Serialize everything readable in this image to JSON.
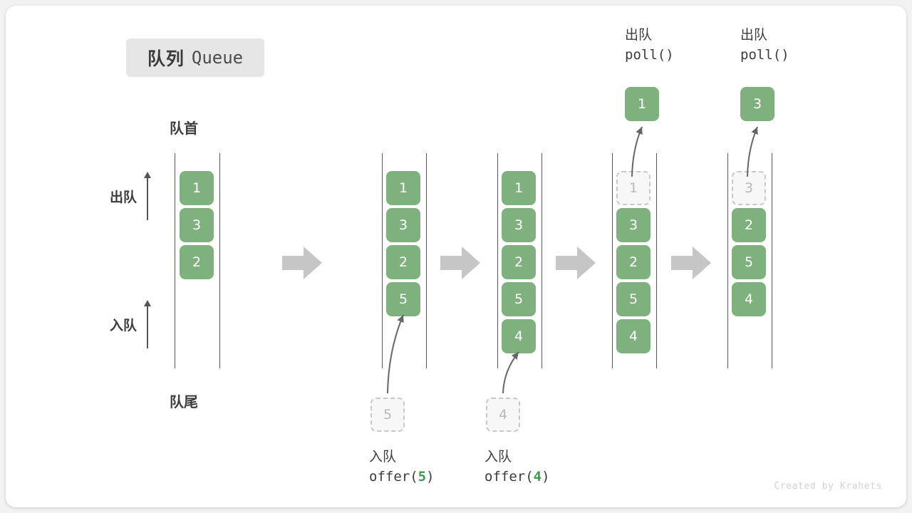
{
  "title": {
    "cn": "队列",
    "en": "Queue"
  },
  "labels": {
    "head": "队首",
    "tail": "队尾"
  },
  "side_ops": [
    {
      "name": "dequeue",
      "label": "出队"
    },
    {
      "name": "enqueue",
      "label": "入队"
    }
  ],
  "footer": "Created by Krahets",
  "colors": {
    "cell_fill": "#7fb17f",
    "cell_text": "#ffffff",
    "ghost_fill": "#f7f7f7",
    "ghost_border": "#c8c8c8",
    "ghost_text": "#b9b9b9",
    "rail": "#555555",
    "arrow_gray": "#c6c6c6",
    "accent_green": "#3e9b4f",
    "badge_bg": "#e6e6e6",
    "text": "#3c3c3c",
    "footer_text": "#d2d2d2"
  },
  "columns": [
    {
      "name": "initial-queue",
      "cells": [
        {
          "value": "1",
          "state": "solid"
        },
        {
          "value": "3",
          "state": "solid"
        },
        {
          "value": "2",
          "state": "solid"
        }
      ],
      "caption": null,
      "floating": null,
      "incoming": null
    },
    {
      "name": "after-offer-5",
      "cells": [
        {
          "value": "1",
          "state": "solid"
        },
        {
          "value": "3",
          "state": "solid"
        },
        {
          "value": "2",
          "state": "solid"
        },
        {
          "value": "5",
          "state": "solid"
        }
      ],
      "caption": {
        "position": "bottom",
        "line1": "入队",
        "call": "offer(",
        "arg": "5",
        "close": ")"
      },
      "floating": null,
      "incoming": {
        "value": "5",
        "state": "ghost"
      }
    },
    {
      "name": "after-offer-4",
      "cells": [
        {
          "value": "1",
          "state": "solid"
        },
        {
          "value": "3",
          "state": "solid"
        },
        {
          "value": "2",
          "state": "solid"
        },
        {
          "value": "5",
          "state": "solid"
        },
        {
          "value": "4",
          "state": "solid"
        }
      ],
      "caption": {
        "position": "bottom",
        "line1": "入队",
        "call": "offer(",
        "arg": "4",
        "close": ")"
      },
      "floating": null,
      "incoming": {
        "value": "4",
        "state": "ghost"
      }
    },
    {
      "name": "after-poll-1",
      "cells": [
        {
          "value": "1",
          "state": "ghost"
        },
        {
          "value": "3",
          "state": "solid"
        },
        {
          "value": "2",
          "state": "solid"
        },
        {
          "value": "5",
          "state": "solid"
        },
        {
          "value": "4",
          "state": "solid"
        }
      ],
      "caption": {
        "position": "top",
        "line1": "出队",
        "call": "poll(",
        "arg": "",
        "close": ")"
      },
      "floating": {
        "value": "1",
        "state": "solid"
      },
      "incoming": null
    },
    {
      "name": "after-poll-3",
      "cells": [
        {
          "value": "3",
          "state": "ghost"
        },
        {
          "value": "2",
          "state": "solid"
        },
        {
          "value": "5",
          "state": "solid"
        },
        {
          "value": "4",
          "state": "solid"
        }
      ],
      "caption": {
        "position": "top",
        "line1": "出队",
        "call": "poll(",
        "arg": "",
        "close": ")"
      },
      "floating": {
        "value": "3",
        "state": "solid"
      },
      "incoming": null
    }
  ],
  "transitions": [
    {
      "name": "transition-1"
    },
    {
      "name": "transition-2"
    },
    {
      "name": "transition-3"
    },
    {
      "name": "transition-4"
    }
  ]
}
